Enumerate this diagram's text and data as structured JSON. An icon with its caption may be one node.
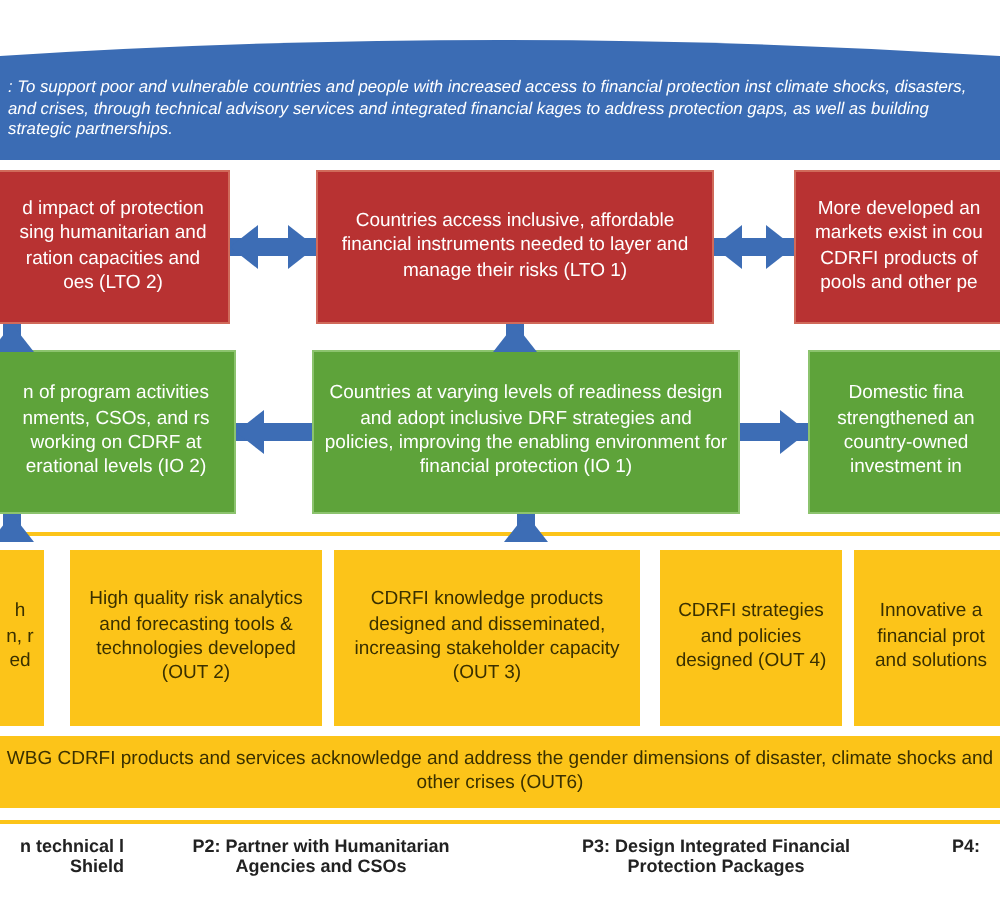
{
  "diagram": {
    "nodes": [
      {
        "text": [
          ": To support poor and vulnerable countries and people with increased access to financial protection inst climate shocks, disasters, and crises, through technical advisory services and integrated financial kages to address protection gaps, as well as building strategic partnerships."
        ]
      },
      {
        "text": [
          "d impact of protection sing humanitarian and ration capacities and oes (LTO 2)"
        ]
      },
      {
        "text": [
          "Countries access inclusive, affordable financial instruments needed to layer and manage their risks (LTO 1)"
        ]
      },
      {
        "text": [
          "More developed an markets exist in cou CDRFI products of pools and other pe"
        ]
      },
      {
        "text": [
          "n of program activities nments, CSOs, and rs working on CDRF at erational levels (IO 2)"
        ]
      },
      {
        "text": [
          "Countries at varying levels of readiness design and adopt inclusive DRF strategies and policies, improving the enabling environment for financial protection (IO 1)"
        ]
      },
      {
        "text": [
          "Domestic fina strengthened an country-owned investment in"
        ]
      },
      {
        "text": [],
        "shape": "box"
      },
      {
        "text": [
          "h n, r ed"
        ],
        "in": 7
      },
      {
        "text": [
          "High quality risk analytics and forecasting tools & technologies developed (OUT 2)"
        ],
        "in": 7
      },
      {
        "text": [
          "CDRFI knowledge products designed and disseminated, increasing stakeholder capacity (OUT 3)"
        ],
        "in": 7
      },
      {
        "text": [
          "CDRFI strategies and policies designed (OUT 4)"
        ],
        "in": 7
      },
      {
        "text": [
          "Innovative a financial prot and solutions"
        ],
        "in": 7
      },
      {
        "text": [
          "WBG CDRFI products and services acknowledge and address the gender dimensions of disaster, climate shocks and other crises (OUT6)"
        ],
        "in": 7
      }
    ],
    "edges": [
      {
        "from": 1,
        "to": 2,
        "arrow": "both"
      },
      {
        "from": 2,
        "to": 3,
        "arrow": "both"
      },
      {
        "from": 4,
        "to": 1,
        "arrow": "to"
      },
      {
        "from": 5,
        "to": 2,
        "arrow": "to"
      },
      {
        "from": 5,
        "to": 4,
        "arrow": "to"
      },
      {
        "from": 5,
        "to": 6,
        "arrow": "to"
      },
      {
        "from": 7,
        "to": 4,
        "arrow": "to"
      },
      {
        "from": 7,
        "to": 5,
        "arrow": "to"
      }
    ],
    "labels": [
      "n technical l Shield",
      "P2: Partner with Humanitarian Agencies and CSOs",
      "P3: Design Integrated Financial Protection Packages",
      "P4:"
    ]
  }
}
